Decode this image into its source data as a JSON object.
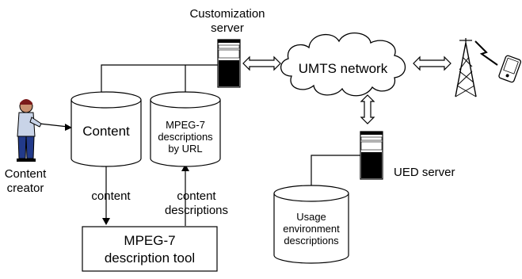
{
  "customization_server": {
    "line1": "Customization",
    "line2": "server"
  },
  "umts_network": "UMTS network",
  "content_creator": {
    "line1": "Content",
    "line2": "creator"
  },
  "content_db": "Content",
  "mpeg7_db": {
    "line1": "MPEG-7",
    "line2": "descriptions",
    "line3": "by URL"
  },
  "edge_content": "content",
  "edge_content_descriptions": {
    "line1": "content",
    "line2": "descriptions"
  },
  "tool": {
    "line1": "MPEG-7",
    "line2": "description tool"
  },
  "ued_server": "UED server",
  "usage_db": {
    "line1": "Usage",
    "line2": "environment",
    "line3": "descriptions"
  },
  "icons": [
    "person-icon",
    "server-icon",
    "cloud-icon",
    "antenna-tower-icon",
    "pda-icon"
  ]
}
